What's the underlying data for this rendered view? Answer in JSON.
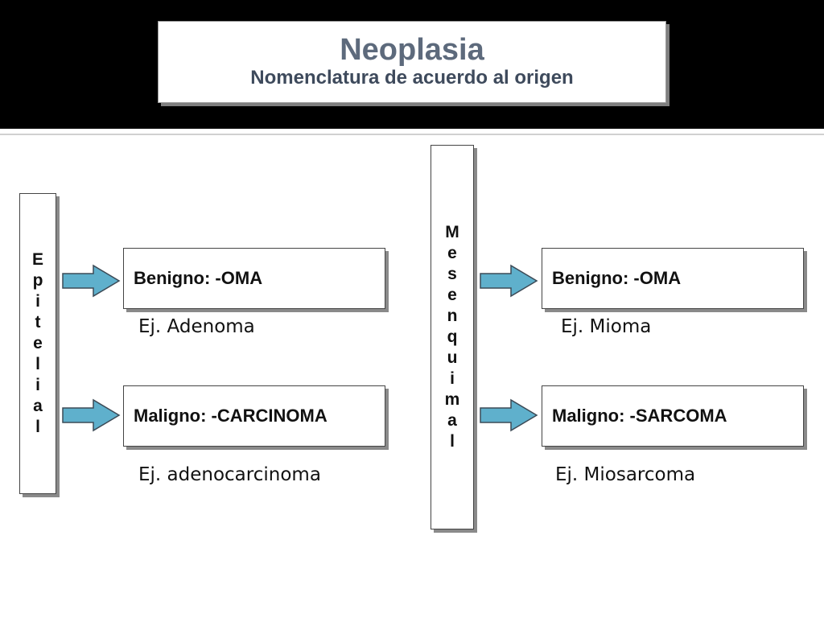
{
  "title": {
    "main": "Neoplasia",
    "sub": "Nomenclatura de acuerdo al origen"
  },
  "epitelial": {
    "letters": [
      "E",
      "p",
      "i",
      "t",
      "e",
      "l",
      "i",
      "a",
      "l"
    ],
    "benigno": "Benigno:  -OMA",
    "benigno_example": "Ej. Adenoma",
    "maligno": "Maligno: -CARCINOMA",
    "maligno_example": "Ej. adenocarcinoma"
  },
  "mesenquimal": {
    "letters": [
      "M",
      "e",
      "s",
      "e",
      "n",
      "q",
      "u",
      "i",
      "m",
      "a",
      "l"
    ],
    "benigno": "Benigno:  -OMA",
    "benigno_example": "Ej. Mioma",
    "maligno": "Maligno: -SARCOMA",
    "maligno_example": "Ej. Miosarcoma"
  },
  "colors": {
    "arrow_fill": "#5fb0cc",
    "arrow_stroke": "#3c4a56",
    "title_color": "#5d6a7c"
  }
}
